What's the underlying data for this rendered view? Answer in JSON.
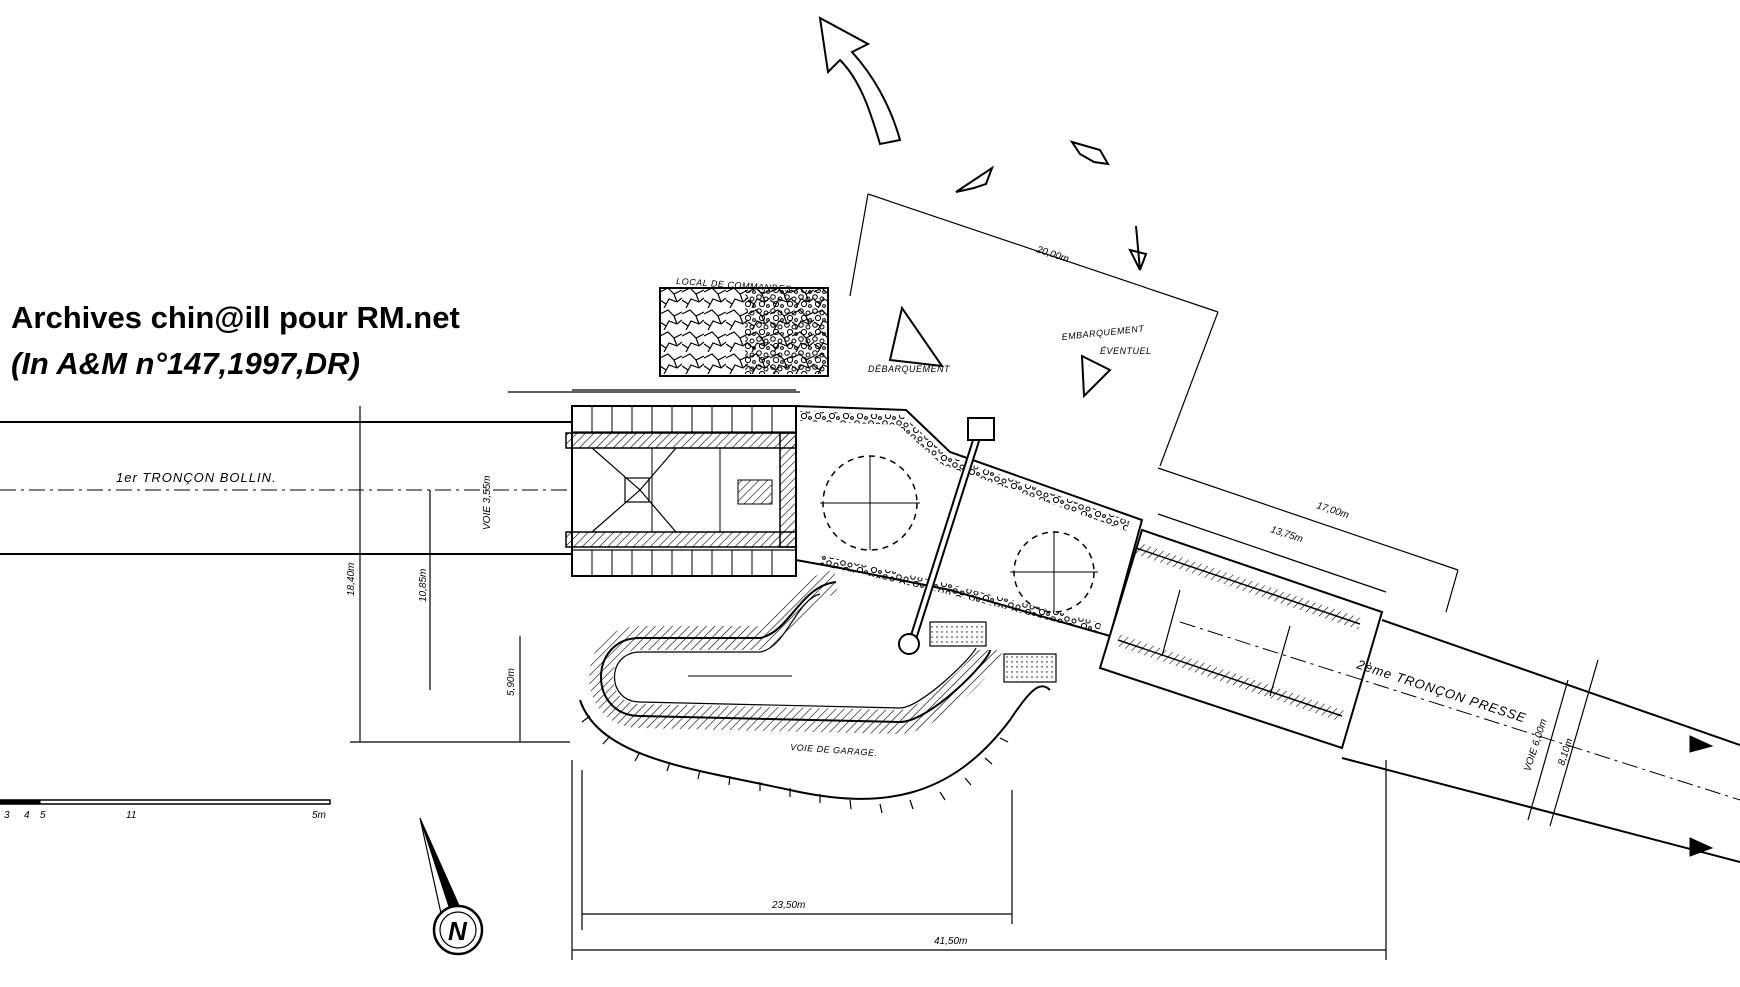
{
  "credits": {
    "line1": "Archives chin@ill pour RM.net",
    "line2": "(In A&M n°147,1997,DR)"
  },
  "labels": {
    "local_commandes": "LOCAL DE COMMANDES",
    "debarquement": "DÉBARQUEMENT",
    "embarquement_line1": "EMBARQUEMENT",
    "embarquement_line2": "ÉVENTUEL",
    "troncon1": "1er TRONÇON BOLLIN.",
    "troncon2": "2ème TRONÇON PRESSE",
    "voie_garage": "VOIE DE GARAGE."
  },
  "dimensions": {
    "d_20_00": "20,00m",
    "d_17_00": "17,00m",
    "d_13_75": "13,75m",
    "d_18_40": "18,40m",
    "d_10_85": "10,85m",
    "d_5_90": "5,90m",
    "d_23_50": "23,50m",
    "d_41_50": "41,50m",
    "d_voie1": "VOIE 3,55m",
    "d_voie2": "VOIE 6,00m",
    "d_8_10": "8,10m"
  },
  "scale_bar": {
    "ticks": [
      "3",
      "4",
      "5",
      "11",
      "5m"
    ]
  },
  "compass": {
    "north_label": "N"
  }
}
